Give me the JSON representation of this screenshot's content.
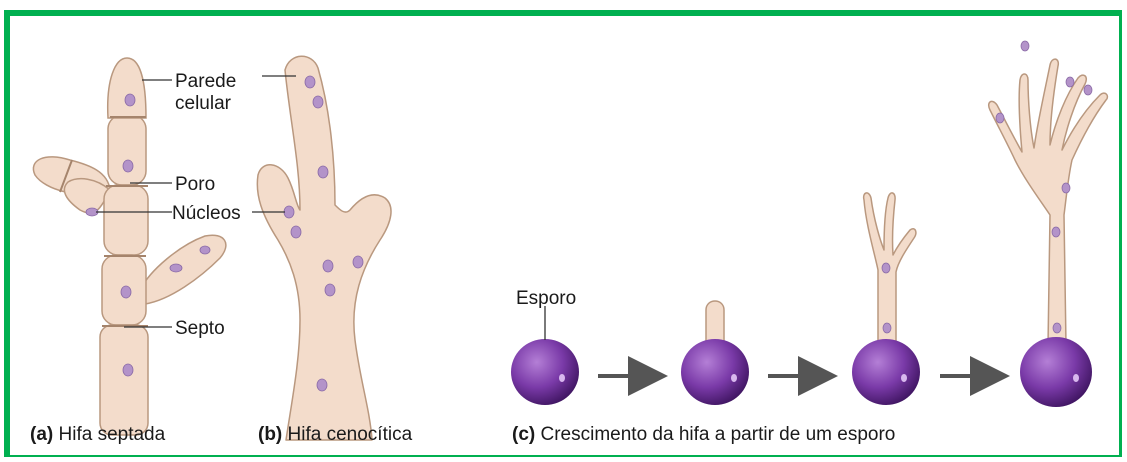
{
  "labels": {
    "parede": "Parede",
    "celular": "celular",
    "poro": "Poro",
    "nucleos": "Núcleos",
    "septo": "Septo",
    "esporo": "Esporo"
  },
  "captions": {
    "a_letter": "(a)",
    "a_text": " Hifa septada",
    "b_letter": "(b)",
    "b_text": " Hifa cenocítica",
    "c_letter": "(c)",
    "c_text": " Crescimento da hifa a partir de um esporo"
  },
  "colors": {
    "frame": "#00b050",
    "hypha_fill": "#f3dccb",
    "nucleus": "#b393c9",
    "spore": "#7a3aa8"
  }
}
